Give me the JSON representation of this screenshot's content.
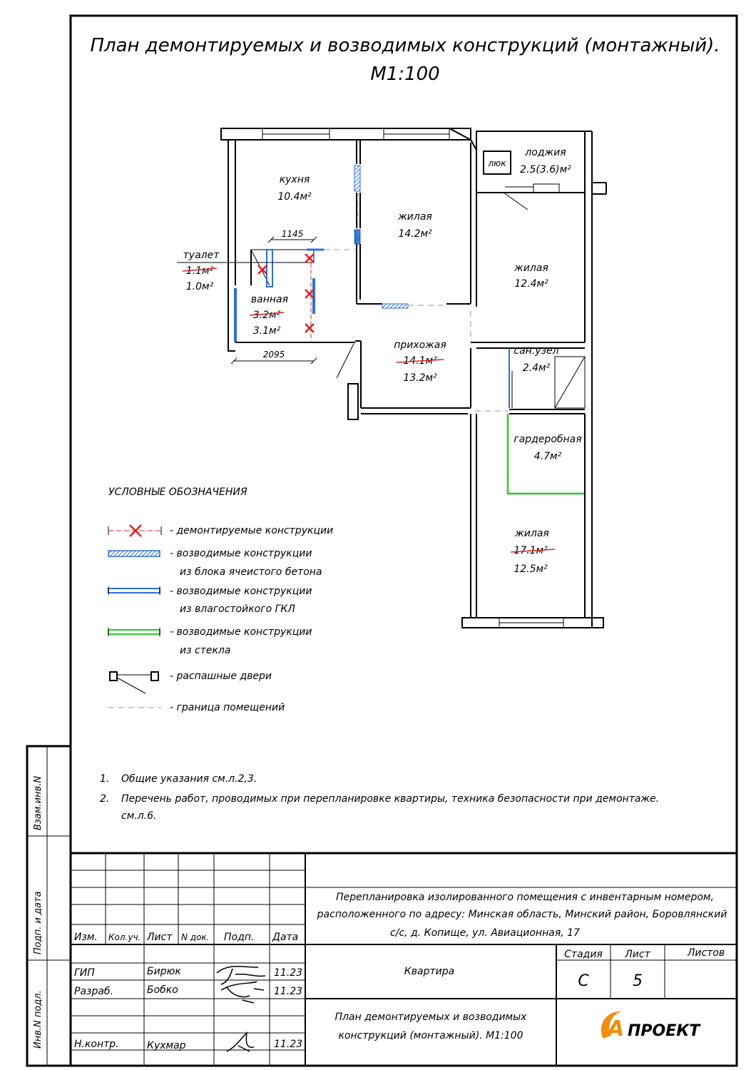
{
  "title": {
    "line1": "План демонтируемых и возводимых конструкций (монтажный).",
    "line2": "М1:100"
  },
  "rooms": {
    "kitchen": {
      "name": "кухня",
      "area": "10.4м²"
    },
    "living1": {
      "name": "жилая",
      "area": "14.2м²"
    },
    "loggia": {
      "name": "лоджия",
      "area": "2.5(3.6)м²"
    },
    "hatch": "люк",
    "living2": {
      "name": "жилая",
      "area": "12.4м²"
    },
    "toilet": {
      "name": "туалет",
      "old_area": "1.1м²",
      "area": "1.0м²"
    },
    "bath": {
      "name": "ванная",
      "old_area": "3.2м²",
      "area": "3.1м²"
    },
    "hall": {
      "name": "прихожая",
      "old_area": "14.1м²",
      "area": "13.2м²"
    },
    "sanuzel": {
      "name": "сан.узел",
      "area": "2.4м²"
    },
    "wardrobe": {
      "name": "гардеробная",
      "area": "4.7м²"
    },
    "living3": {
      "name": "жилая",
      "old_area": "17.1м²",
      "area": "12.5м²"
    }
  },
  "dimensions": {
    "top": "1145",
    "bottom": "2095"
  },
  "legend": {
    "title": "УСЛОВНЫЕ ОБОЗНАЧЕНИЯ",
    "items": [
      {
        "line1": "- демонтируемые конструкции",
        "line2": ""
      },
      {
        "line1": "- возводимые конструкции",
        "line2": "из блока ячеистого бетона"
      },
      {
        "line1": "- возводимые конструкции",
        "line2": "из влагостойкого ГКЛ"
      },
      {
        "line1": "- возводимые конструкции",
        "line2": "из стекла"
      },
      {
        "line1": "- распашные двери",
        "line2": ""
      },
      {
        "line1": "- граница помещений",
        "line2": ""
      }
    ]
  },
  "notes": [
    {
      "num": "1.",
      "text": "Общие указания см.л.2,3."
    },
    {
      "num": "2.",
      "text": "Перечень работ, проводимых при перепланировке квартиры, техника безопасности при демонтаже.",
      "text2": "см.л.6."
    }
  ],
  "side_labels": {
    "left_top": "Взам.инв.N",
    "left_mid": "Подп. и дата",
    "left_bottom": "Инв.N подл."
  },
  "stamp": {
    "headers": [
      "Изм.",
      "Кол.уч.",
      "Лист",
      "N док.",
      "Подп.",
      "Дата"
    ],
    "people": [
      {
        "role": "ГИП",
        "name": "Бирюк",
        "date": "11.23"
      },
      {
        "role": "Разраб.",
        "name": "Бобко",
        "date": "11.23"
      },
      {
        "role": "Н.контр.",
        "name": "Кухмар",
        "date": "11.23"
      }
    ],
    "project_line1": "Перепланировка изолированного помещения с инвентарным номером,",
    "project_line2": "расположенного по адресу: Минская область, Минский район, Боровлянский",
    "project_line3": "с/с, д. Копище, ул. Авиационная, 17",
    "object": "Квартира",
    "stage_header": "Стадия",
    "sheet_header": "Лист",
    "sheets_header": "Листов",
    "stage": "С",
    "sheet": "5",
    "sheets": "",
    "drawing_line1": "План демонтируемых и возводимых",
    "drawing_line2": "конструкций (монтажный). М1:100",
    "logo_letter": "А",
    "logo_text": "ПРОЕКТ"
  },
  "colors": {
    "demolish": "#e02020",
    "gkl": "#2f6fd6",
    "block_fill": "#2f6fd6",
    "glass": "#2ec82e",
    "boundary": "#9a9a9a"
  }
}
